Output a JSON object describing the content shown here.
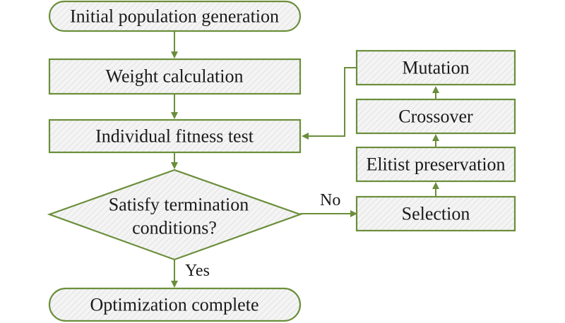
{
  "colors": {
    "stroke": "#6b8e3a",
    "fill": "#f4f4f4",
    "hatch": "#e2e2e2",
    "text": "#1a1a1a"
  },
  "nodes": {
    "initial": "Initial population generation",
    "weight": "Weight calculation",
    "fitness": "Individual fitness test",
    "decision_line1": "Satisfy termination",
    "decision_line2": "conditions?",
    "complete": "Optimization complete",
    "mutation": "Mutation",
    "crossover": "Crossover",
    "elitist": "Elitist preservation",
    "selection": "Selection"
  },
  "edges": {
    "no_label": "No",
    "yes_label": "Yes"
  }
}
